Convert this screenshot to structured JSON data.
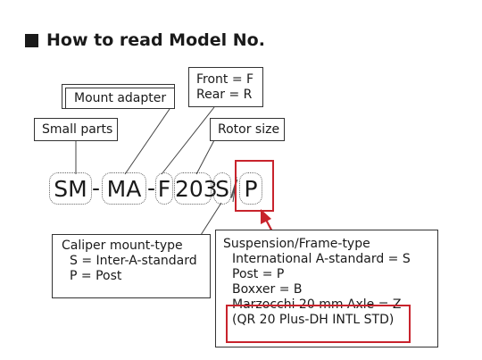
{
  "heading": {
    "icon": "black-square",
    "text": "How to read Model No."
  },
  "labels": {
    "mount_adapter": "Mount adapter",
    "front_rear": [
      "Front = F",
      "Rear = R"
    ],
    "small_parts": "Small parts",
    "rotor_size": "Rotor size"
  },
  "model_code": {
    "parts": [
      "SM",
      "-",
      "MA",
      "-",
      "F",
      "203",
      "S",
      "/",
      "P"
    ]
  },
  "caliper_box": {
    "title": "Caliper mount-type",
    "lines": [
      "S = Inter-A-standard",
      "P = Post"
    ]
  },
  "suspension_box": {
    "title": "Suspension/Frame-type",
    "lines": [
      "International A-standard = S",
      "Post = P",
      "Boxxer = B"
    ],
    "highlight_lines": [
      "Marzocchi 20 mm Axle = Z",
      "(QR 20 Plus-DH INTL STD)"
    ]
  },
  "colors": {
    "highlight": "#c8232c",
    "text": "#1a1a1a"
  }
}
